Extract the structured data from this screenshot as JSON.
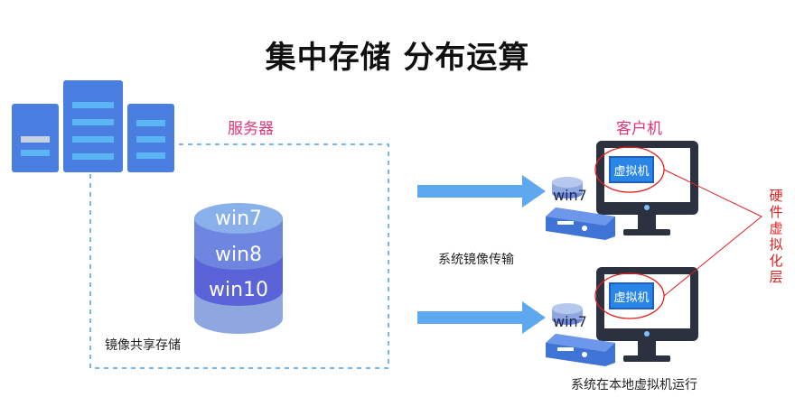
{
  "title": "集中存储 分布运算",
  "server_label": "服务器",
  "client_label": "客户机",
  "share_storage_label": "镜像共享存储",
  "transfer_label": "系统镜像传输",
  "local_run_label": "系统在本地虚拟机运行",
  "hardware_layer_label": "硬件虚拟化层",
  "disk_layers": [
    "win7",
    "win8",
    "win10"
  ],
  "client_os_label": "win7",
  "vm_label": "虚拟机",
  "colors": {
    "accent_pink": "#e0327a",
    "annotation_red": "#e0201e",
    "server_blue": "#4a7ee0",
    "arrow_blue": "#5ea8ef",
    "disk_purple": "#5a64d8"
  },
  "icons": [
    "server-rack-icon",
    "database-icon",
    "arrow-right-icon",
    "monitor-icon",
    "host-box-icon"
  ]
}
